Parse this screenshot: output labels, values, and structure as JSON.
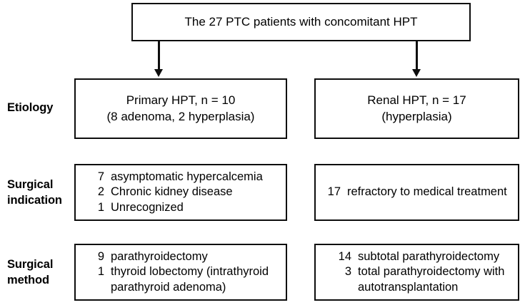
{
  "figure": {
    "type": "flowchart",
    "title_box": {
      "text": "The 27 PTC patients with concomitant HPT"
    },
    "row_labels": [
      {
        "id": "etiology",
        "text": "Etiology"
      },
      {
        "id": "surgical-indication",
        "text": "Surgical\nindication"
      },
      {
        "id": "surgical-method",
        "text": "Surgical\nmethod"
      }
    ],
    "branches": [
      {
        "id": "primary-hpt",
        "name": "Primary HPT"
      },
      {
        "id": "renal-hpt",
        "name": "Renal HPT"
      }
    ],
    "etiology": {
      "primary": "Primary HPT, n = 10\n(8 adenoma, 2 hyperplasia)",
      "renal": "Renal HPT, n = 17\n(hyperplasia)"
    },
    "surgical_indication": {
      "primary": [
        {
          "n": "7",
          "text": "asymptomatic hypercalcemia"
        },
        {
          "n": "2",
          "text": "Chronic kidney disease"
        },
        {
          "n": "1",
          "text": "Unrecognized"
        }
      ],
      "renal": [
        {
          "n": "17",
          "text": "refractory to medical treatment"
        }
      ]
    },
    "surgical_method": {
      "primary": [
        {
          "n": "9",
          "text": "parathyroidectomy"
        },
        {
          "n": "1",
          "text": "thyroid lobectomy (intrathyroid\nparathyroid adenoma)"
        }
      ],
      "renal": [
        {
          "n": "14",
          "text": "subtotal parathyroidectomy"
        },
        {
          "n": "3",
          "text": "total parathyroidectomy with\nautotransplantation"
        }
      ]
    },
    "colors": {
      "stroke": "#0d0d0d",
      "background": "#ffffff",
      "text": "#000000"
    }
  }
}
